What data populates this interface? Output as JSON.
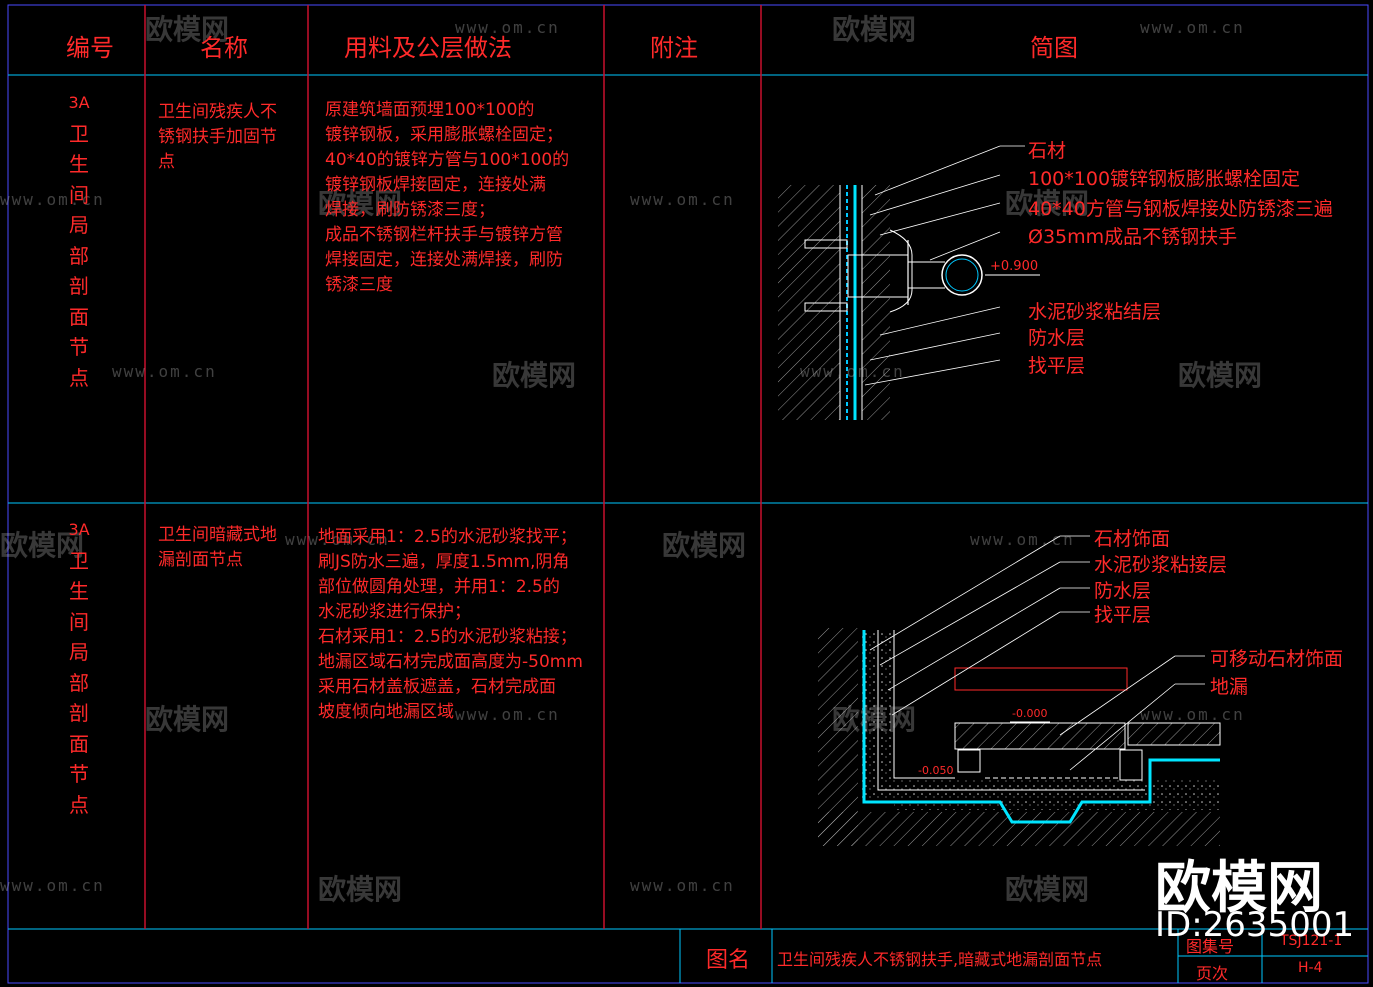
{
  "headers": {
    "number": "编号",
    "name": "名称",
    "materials": "用料及公层做法",
    "notes": "附注",
    "diagram": "简图"
  },
  "rows": [
    {
      "number_code": "3A",
      "number_chars": [
        "卫",
        "生",
        "间",
        "局",
        "部",
        "剖",
        "面",
        "节",
        "点"
      ],
      "name": "卫生间残疾人不\n锈钢扶手加固节\n点",
      "method": "原建筑墙面预埋100*100的\n镀锌钢板，采用膨胀螺栓固定；\n40*40的镀锌方管与100*100的\n镀锌钢板焊接固定，连接处满\n焊接，刷防锈漆三度；\n成品不锈钢栏杆扶手与镀锌方管\n焊接固定，连接处满焊接，刷防\n锈漆三度",
      "labels": [
        "石材",
        "100*100镀锌钢板膨胀螺栓固定",
        "40*40方管与钢板焊接处防锈漆三遍",
        "Ø35mm成品不锈钢扶手",
        "水泥砂浆粘结层",
        "防水层",
        "找平层"
      ],
      "elevation": "+0.900"
    },
    {
      "number_code": "3A",
      "number_chars": [
        "卫",
        "生",
        "间",
        "局",
        "部",
        "剖",
        "面",
        "节",
        "点"
      ],
      "name": "卫生间暗藏式地\n漏剖面节点",
      "method": "地面采用1：2.5的水泥砂浆找平；\n刷JS防水三遍，厚度1.5mm,阴角\n部位做圆角处理，并用1：2.5的\n水泥砂浆进行保护；\n石材采用1：2.5的水泥砂浆粘接；\n地漏区域石材完成面高度为-50mm\n采用石材盖板遮盖，石材完成面\n坡度倾向地漏区域",
      "labels": [
        "石材饰面",
        "水泥砂浆粘接层",
        "防水层",
        "找平层",
        "可移动石材饰面",
        "地漏"
      ],
      "elevations": [
        "-0.000",
        "-0.050"
      ]
    }
  ],
  "title_block": {
    "drawing_name_label": "图名",
    "drawing_name": "卫生间残疾人不锈钢扶手,暗藏式地漏剖面节点",
    "atlas_label": "图集号",
    "atlas_value": "TSJ121-1",
    "page_label": "页次",
    "page_value": "H-4"
  },
  "watermark": {
    "brand": "欧模网",
    "url": "www.om.cn",
    "id": "ID:2635001"
  },
  "colors": {
    "grid_red": "#c8102e",
    "frame_cyan": "#00c8ff",
    "text_red": "#ff2a2a",
    "white": "#ffffff"
  }
}
